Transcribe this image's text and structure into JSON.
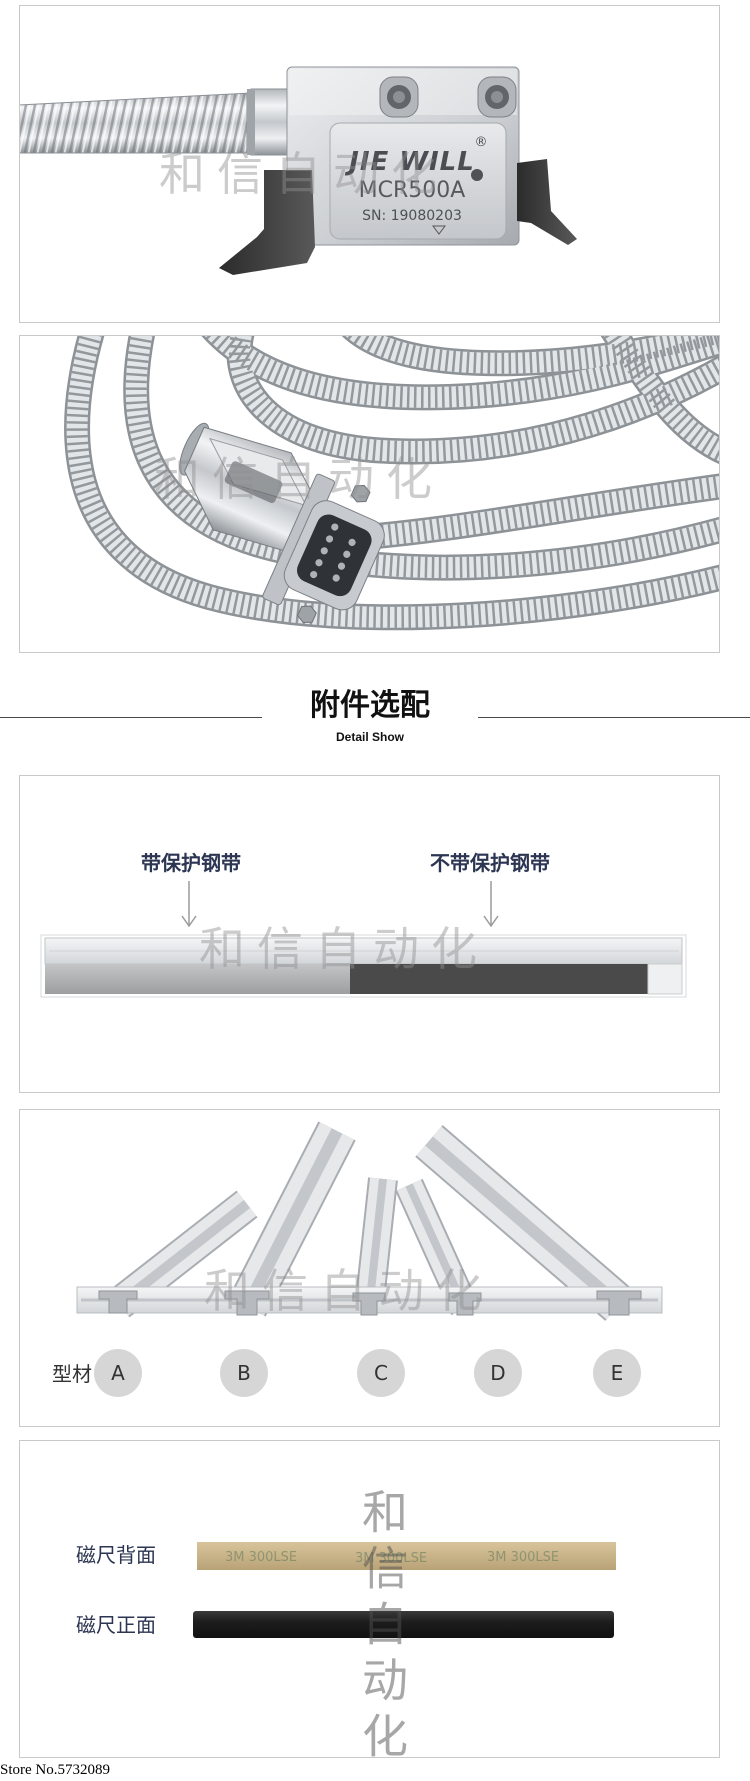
{
  "watermark": "和信自动化",
  "product": {
    "brand": "JIE WILL",
    "registered_mark": "®",
    "model": "MCR500A",
    "serial": "SN: 19080203"
  },
  "section": {
    "title": "附件选配",
    "subtitle": "Detail Show"
  },
  "steel_band": {
    "with_label": "带保护钢带",
    "without_label": "不带保护钢带"
  },
  "profiles": {
    "label": "型材",
    "items": [
      "A",
      "B",
      "C",
      "D",
      "E"
    ]
  },
  "magnetic_scale": {
    "back_label": "磁尺背面",
    "front_label": "磁尺正面",
    "tape_print": "3M 300LSE"
  },
  "store": "Store No.5732089",
  "colors": {
    "label_text": "#2c3552",
    "circle_badge": "#d6d6d6",
    "tape_back": "#cbb68d",
    "tape_front": "#1d1d1d",
    "sensor_feet": "#3b3b3b"
  }
}
